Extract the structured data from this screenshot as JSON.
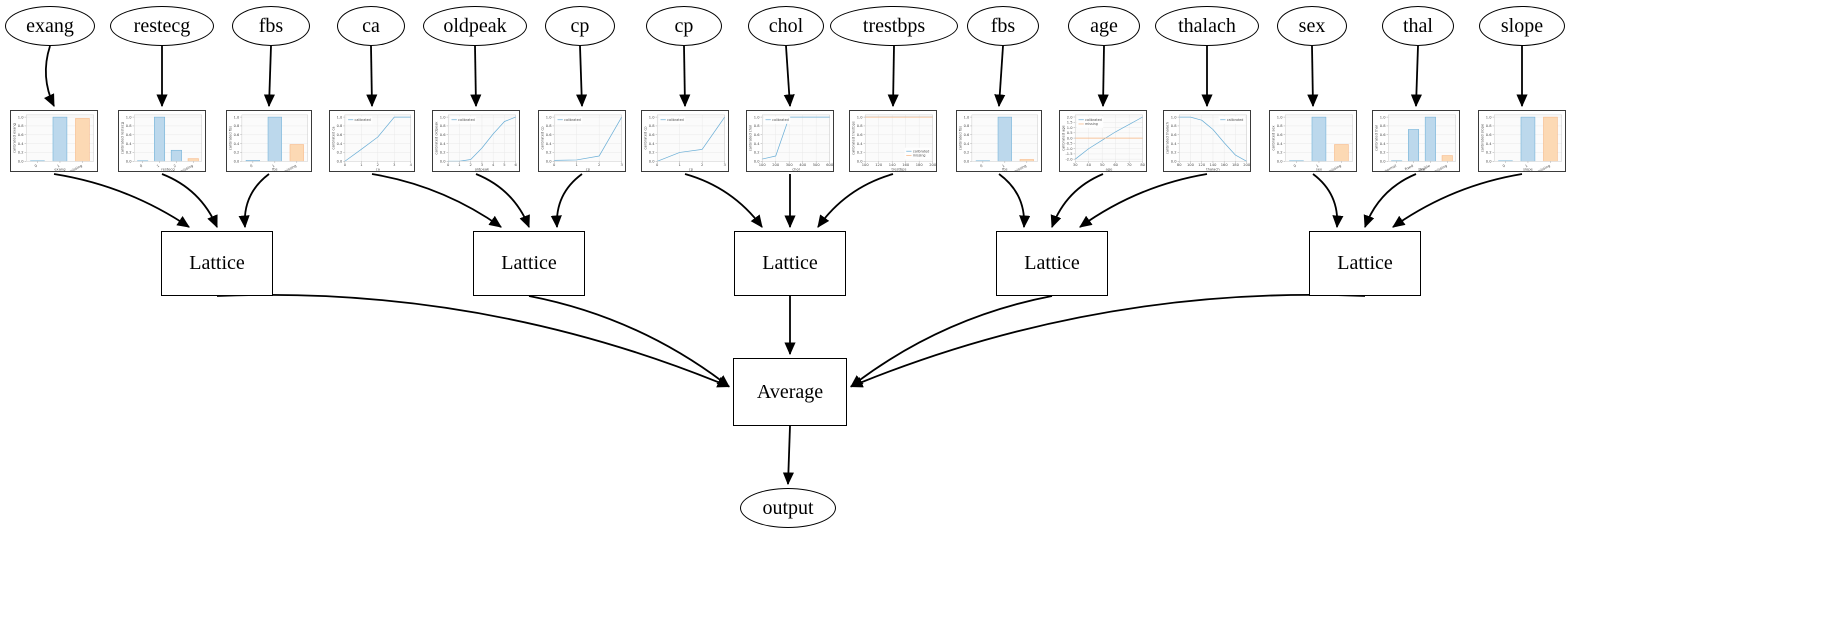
{
  "diagram": {
    "type": "calibrated-lattice-model-graph",
    "orientation": "top-to-bottom",
    "node_shapes": {
      "input": "ellipse",
      "lattice": "rectangle",
      "average": "rectangle",
      "output": "ellipse"
    },
    "edge_style": "curved-arrow",
    "palette": {
      "node_border": "#000000",
      "node_fill": "#ffffff",
      "edge": "#000000",
      "plot_border": "#3a3a3a",
      "series_calibrated": "#6aaed6",
      "series_missing": "#f7b482",
      "bar_calibrated_fill": "#bcd8ec",
      "bar_missing_fill": "#fcd9b4",
      "grid": "#e8e8e8",
      "tick_text": "#4d4d4d"
    }
  },
  "inputs": [
    {
      "id": "exang",
      "label": "exang"
    },
    {
      "id": "restecg",
      "label": "restecg"
    },
    {
      "id": "fbs1",
      "label": "fbs"
    },
    {
      "id": "ca",
      "label": "ca"
    },
    {
      "id": "oldpeak",
      "label": "oldpeak"
    },
    {
      "id": "cp1",
      "label": "cp"
    },
    {
      "id": "cp2",
      "label": "cp"
    },
    {
      "id": "chol",
      "label": "chol"
    },
    {
      "id": "trestbps",
      "label": "trestbps"
    },
    {
      "id": "fbs2",
      "label": "fbs"
    },
    {
      "id": "age",
      "label": "age"
    },
    {
      "id": "thalach",
      "label": "thalach"
    },
    {
      "id": "sex",
      "label": "sex"
    },
    {
      "id": "thal",
      "label": "thal"
    },
    {
      "id": "slope",
      "label": "slope"
    }
  ],
  "lattices": [
    {
      "id": "lattice1",
      "label": "Lattice"
    },
    {
      "id": "lattice2",
      "label": "Lattice"
    },
    {
      "id": "lattice3",
      "label": "Lattice"
    },
    {
      "id": "lattice4",
      "label": "Lattice"
    },
    {
      "id": "lattice5",
      "label": "Lattice"
    }
  ],
  "average": {
    "id": "average",
    "label": "Average"
  },
  "output": {
    "id": "output",
    "label": "output"
  },
  "legend_labels": {
    "calibrated": "calibrated",
    "missing": "missing"
  },
  "chart_data": [
    {
      "id": "plot-exang",
      "for_input": "exang",
      "type": "bar",
      "xlabel": "exang",
      "ylabel": "calibrated exang",
      "categories": [
        "0",
        "1",
        "missing"
      ],
      "ticklabels": [
        "0",
        "1",
        "missing"
      ],
      "series": [
        {
          "name": "calibrated",
          "color": "#bcd8ec",
          "values": [
            0.0,
            1.0,
            null
          ]
        },
        {
          "name": "missing",
          "color": "#fcd9b4",
          "values": [
            null,
            null,
            0.97
          ]
        }
      ],
      "yticklabels": [
        "0.0",
        "0.2",
        "0.4",
        "0.6",
        "0.8",
        "1.0"
      ],
      "ylim": [
        0,
        1.05
      ],
      "grid": true
    },
    {
      "id": "plot-restecg",
      "for_input": "restecg",
      "type": "bar",
      "xlabel": "restecg",
      "ylabel": "calibrated restecg",
      "categories": [
        "0",
        "1",
        "2",
        "missing"
      ],
      "ticklabels": [
        "0",
        "1",
        "2",
        "missing"
      ],
      "series": [
        {
          "name": "calibrated",
          "color": "#bcd8ec",
          "values": [
            0.0,
            1.0,
            0.25,
            null
          ]
        },
        {
          "name": "missing",
          "color": "#fcd9b4",
          "values": [
            null,
            null,
            null,
            0.06
          ]
        }
      ],
      "yticklabels": [
        "0.0",
        "0.2",
        "0.4",
        "0.6",
        "0.8",
        "1.0"
      ],
      "ylim": [
        0,
        1.05
      ],
      "grid": true
    },
    {
      "id": "plot-fbs1",
      "for_input": "fbs1",
      "type": "bar",
      "xlabel": "fbs",
      "ylabel": "calibrated fbs",
      "categories": [
        "0",
        "1",
        "missing"
      ],
      "ticklabels": [
        "0",
        "1",
        "missing"
      ],
      "series": [
        {
          "name": "calibrated",
          "color": "#bcd8ec",
          "values": [
            0.02,
            1.0,
            null
          ]
        },
        {
          "name": "missing",
          "color": "#fcd9b4",
          "values": [
            null,
            null,
            0.38
          ]
        }
      ],
      "yticklabels": [
        "0.0",
        "0.2",
        "0.4",
        "0.6",
        "0.8",
        "1.0"
      ],
      "ylim": [
        0,
        1.05
      ],
      "grid": true
    },
    {
      "id": "plot-ca",
      "for_input": "ca",
      "type": "line",
      "xlabel": "ca",
      "ylabel": "calibrated ca",
      "legend": [
        "calibrated"
      ],
      "legend_position": "upper left",
      "x": [
        0,
        1,
        2,
        3,
        4
      ],
      "xticklabels": [
        "0",
        "1",
        "2",
        "3",
        "4"
      ],
      "series": [
        {
          "name": "calibrated",
          "color": "#6aaed6",
          "values": [
            0.0,
            0.27,
            0.55,
            1.0,
            1.0
          ]
        }
      ],
      "yticklabels": [
        "0.0",
        "0.2",
        "0.4",
        "0.6",
        "0.8",
        "1.0"
      ],
      "ylim": [
        0,
        1.05
      ],
      "grid": true
    },
    {
      "id": "plot-oldpeak",
      "for_input": "oldpeak",
      "type": "line",
      "xlabel": "oldpeak",
      "ylabel": "calibrated oldpeak",
      "legend": [
        "calibrated"
      ],
      "legend_position": "upper left",
      "x": [
        0,
        1,
        2,
        3,
        4,
        5,
        6
      ],
      "xticklabels": [
        "0",
        "1",
        "2",
        "3",
        "4",
        "5",
        "6"
      ],
      "series": [
        {
          "name": "calibrated",
          "color": "#6aaed6",
          "values": [
            0.0,
            0.0,
            0.04,
            0.3,
            0.62,
            0.9,
            1.0
          ]
        }
      ],
      "yticklabels": [
        "0.0",
        "0.2",
        "0.4",
        "0.6",
        "0.8",
        "1.0"
      ],
      "ylim": [
        0,
        1.05
      ],
      "grid": true
    },
    {
      "id": "plot-cp1",
      "for_input": "cp1",
      "type": "line",
      "xlabel": "cp",
      "ylabel": "calibrated cp",
      "legend": [
        "calibrated"
      ],
      "legend_position": "upper left",
      "x": [
        0,
        1,
        2,
        3
      ],
      "xticklabels": [
        "0",
        "1",
        "2",
        "3"
      ],
      "series": [
        {
          "name": "calibrated",
          "color": "#6aaed6",
          "values": [
            0.02,
            0.03,
            0.12,
            1.0
          ]
        }
      ],
      "yticklabels": [
        "0.0",
        "0.2",
        "0.4",
        "0.6",
        "0.8",
        "1.0"
      ],
      "ylim": [
        0,
        1.05
      ],
      "grid": true
    },
    {
      "id": "plot-cp2",
      "for_input": "cp2",
      "type": "line",
      "xlabel": "cp",
      "ylabel": "calibrated cp",
      "legend": [
        "calibrated"
      ],
      "legend_position": "upper left",
      "x": [
        0,
        1,
        2,
        3
      ],
      "xticklabels": [
        "0",
        "1",
        "2",
        "3"
      ],
      "series": [
        {
          "name": "calibrated",
          "color": "#6aaed6",
          "values": [
            0.0,
            0.2,
            0.27,
            1.0
          ]
        }
      ],
      "yticklabels": [
        "0.0",
        "0.2",
        "0.4",
        "0.6",
        "0.8",
        "1.0"
      ],
      "ylim": [
        0,
        1.05
      ],
      "grid": true
    },
    {
      "id": "plot-chol",
      "for_input": "chol",
      "type": "line",
      "xlabel": "chol",
      "ylabel": "calibrated chol",
      "legend": [
        "calibrated"
      ],
      "legend_position": "upper left",
      "x": [
        100,
        200,
        300,
        400,
        500,
        600
      ],
      "xticklabels": [
        "100",
        "200",
        "300",
        "400",
        "500",
        "600"
      ],
      "series": [
        {
          "name": "calibrated",
          "color": "#6aaed6",
          "values": [
            0.05,
            0.12,
            1.0,
            1.0,
            1.0,
            1.0
          ]
        }
      ],
      "yticklabels": [
        "0.0",
        "0.2",
        "0.4",
        "0.6",
        "0.8",
        "1.0"
      ],
      "ylim": [
        0,
        1.05
      ],
      "grid": true
    },
    {
      "id": "plot-trestbps",
      "for_input": "trestbps",
      "type": "line",
      "xlabel": "trestbps",
      "ylabel": "calibrated trestbps",
      "legend": [
        "calibrated",
        "missing"
      ],
      "legend_position": "lower right",
      "x": [
        100,
        120,
        140,
        160,
        180,
        200
      ],
      "xticklabels": [
        "100",
        "120",
        "140",
        "160",
        "180",
        "200"
      ],
      "series": [
        {
          "name": "calibrated",
          "color": "#6aaed6",
          "values": [
            1.0,
            1.0,
            1.0,
            1.0,
            1.0,
            1.0
          ]
        },
        {
          "name": "missing",
          "color": "#f7b482",
          "values": [
            1.0,
            1.0,
            1.0,
            1.0,
            1.0,
            1.0
          ]
        }
      ],
      "yticklabels": [
        "0.0",
        "0.2",
        "0.4",
        "0.6",
        "0.8",
        "1.0"
      ],
      "ylim": [
        0,
        1.05
      ],
      "grid": true
    },
    {
      "id": "plot-fbs2",
      "for_input": "fbs2",
      "type": "bar",
      "xlabel": "fbs",
      "ylabel": "calibrated fbs",
      "categories": [
        "0",
        "1",
        "missing"
      ],
      "ticklabels": [
        "0",
        "1",
        "missing"
      ],
      "series": [
        {
          "name": "calibrated",
          "color": "#bcd8ec",
          "values": [
            0.0,
            1.0,
            null
          ]
        },
        {
          "name": "missing",
          "color": "#fcd9b4",
          "values": [
            null,
            null,
            0.04
          ]
        }
      ],
      "yticklabels": [
        "0.0",
        "0.2",
        "0.4",
        "0.6",
        "0.8",
        "1.0"
      ],
      "ylim": [
        0,
        1.05
      ],
      "grid": true
    },
    {
      "id": "plot-age",
      "for_input": "age",
      "type": "line",
      "xlabel": "age",
      "ylabel": "calibrated age",
      "legend": [
        "calibrated",
        "missing"
      ],
      "legend_position": "upper left",
      "x": [
        30,
        40,
        50,
        60,
        70,
        80
      ],
      "xticklabels": [
        "30",
        "40",
        "50",
        "60",
        "70",
        "80"
      ],
      "series": [
        {
          "name": "calibrated",
          "color": "#6aaed6",
          "values": [
            -2.0,
            -1.0,
            -0.2,
            0.6,
            1.3,
            2.0
          ]
        },
        {
          "name": "missing",
          "color": "#f7b482",
          "values": [
            0.0,
            0.0,
            0.0,
            0.0,
            0.0,
            0.0
          ]
        }
      ],
      "yticklabels": [
        "-2.0",
        "-1.5",
        "-1.0",
        "-0.5",
        "0.0",
        "0.5",
        "1.0",
        "1.5",
        "2.0"
      ],
      "ylim": [
        -2.2,
        2.2
      ],
      "grid": true
    },
    {
      "id": "plot-thalach",
      "for_input": "thalach",
      "type": "line",
      "xlabel": "thalach",
      "ylabel": "calibrated thalach",
      "legend": [
        "calibrated"
      ],
      "legend_position": "upper right",
      "x": [
        80,
        100,
        120,
        140,
        160,
        180,
        200
      ],
      "xticklabels": [
        "80",
        "100",
        "120",
        "140",
        "160",
        "180",
        "200"
      ],
      "series": [
        {
          "name": "calibrated",
          "color": "#6aaed6",
          "values": [
            1.0,
            1.0,
            0.93,
            0.72,
            0.42,
            0.14,
            0.0
          ]
        }
      ],
      "yticklabels": [
        "0.0",
        "0.2",
        "0.4",
        "0.6",
        "0.8",
        "1.0"
      ],
      "ylim": [
        0,
        1.05
      ],
      "grid": true
    },
    {
      "id": "plot-sex",
      "for_input": "sex",
      "type": "bar",
      "xlabel": "sex",
      "ylabel": "calibrated sex",
      "categories": [
        "0",
        "1",
        "missing"
      ],
      "ticklabels": [
        "0",
        "1",
        "missing"
      ],
      "series": [
        {
          "name": "calibrated",
          "color": "#bcd8ec",
          "values": [
            0.0,
            1.0,
            null
          ]
        },
        {
          "name": "missing",
          "color": "#fcd9b4",
          "values": [
            null,
            null,
            0.38
          ]
        }
      ],
      "yticklabels": [
        "0.0",
        "0.2",
        "0.4",
        "0.6",
        "0.8",
        "1.0"
      ],
      "ylim": [
        0,
        1.05
      ],
      "grid": true
    },
    {
      "id": "plot-thal",
      "for_input": "thal",
      "type": "bar",
      "xlabel": "thal",
      "ylabel": "calibrated thal",
      "categories": [
        "normal",
        "fixed",
        "reversible",
        "missing"
      ],
      "ticklabels": [
        "normal",
        "fixed",
        "reversible",
        "missing"
      ],
      "series": [
        {
          "name": "calibrated",
          "color": "#bcd8ec",
          "values": [
            0.0,
            0.72,
            1.0,
            null
          ]
        },
        {
          "name": "missing",
          "color": "#fcd9b4",
          "values": [
            null,
            null,
            null,
            0.13
          ]
        }
      ],
      "yticklabels": [
        "0.0",
        "0.2",
        "0.4",
        "0.6",
        "0.8",
        "1.0"
      ],
      "ylim": [
        0,
        1.05
      ],
      "grid": true
    },
    {
      "id": "plot-slope",
      "for_input": "slope",
      "type": "bar",
      "xlabel": "slope",
      "ylabel": "calibrated slope",
      "categories": [
        "0",
        "1",
        "missing"
      ],
      "ticklabels": [
        "0",
        "1",
        "missing"
      ],
      "series": [
        {
          "name": "calibrated",
          "color": "#bcd8ec",
          "values": [
            0.0,
            1.0,
            null
          ]
        },
        {
          "name": "missing",
          "color": "#fcd9b4",
          "values": [
            null,
            null,
            1.0
          ]
        }
      ],
      "yticklabels": [
        "0.0",
        "0.2",
        "0.4",
        "0.6",
        "0.8",
        "1.0"
      ],
      "ylim": [
        0,
        1.05
      ],
      "grid": true
    }
  ],
  "layout": {
    "ellipse_y": 6,
    "ellipse_h": 40,
    "thumb_y": 110,
    "thumb_h": 62,
    "lattice_y": 231,
    "lattice_h": 65,
    "average_y": 358,
    "average_h": 68,
    "output_y": 488,
    "output_h": 40,
    "ellipses": [
      {
        "x": 5,
        "w": 90
      },
      {
        "x": 110,
        "w": 104
      },
      {
        "x": 232,
        "w": 78
      },
      {
        "x": 337,
        "w": 68
      },
      {
        "x": 423,
        "w": 104
      },
      {
        "x": 545,
        "w": 70
      },
      {
        "x": 646,
        "w": 76
      },
      {
        "x": 748,
        "w": 76
      },
      {
        "x": 830,
        "w": 128
      },
      {
        "x": 967,
        "w": 72
      },
      {
        "x": 1068,
        "w": 72
      },
      {
        "x": 1155,
        "w": 104
      },
      {
        "x": 1277,
        "w": 70
      },
      {
        "x": 1382,
        "w": 72
      },
      {
        "x": 1479,
        "w": 86
      }
    ],
    "thumbs": [
      {
        "x": 10,
        "w": 88
      },
      {
        "x": 118,
        "w": 88
      },
      {
        "x": 226,
        "w": 86
      },
      {
        "x": 329,
        "w": 86
      },
      {
        "x": 432,
        "w": 88
      },
      {
        "x": 538,
        "w": 88
      },
      {
        "x": 641,
        "w": 88
      },
      {
        "x": 746,
        "w": 88
      },
      {
        "x": 849,
        "w": 88
      },
      {
        "x": 956,
        "w": 86
      },
      {
        "x": 1059,
        "w": 88
      },
      {
        "x": 1163,
        "w": 88
      },
      {
        "x": 1269,
        "w": 88
      },
      {
        "x": 1372,
        "w": 88
      },
      {
        "x": 1478,
        "w": 88
      }
    ],
    "lattices": [
      {
        "x": 161,
        "w": 112
      },
      {
        "x": 473,
        "w": 112
      },
      {
        "x": 734,
        "w": 112
      },
      {
        "x": 996,
        "w": 112
      },
      {
        "x": 1309,
        "w": 112
      }
    ],
    "average": {
      "x": 733,
      "w": 114
    },
    "output": {
      "x": 740,
      "w": 96
    }
  }
}
